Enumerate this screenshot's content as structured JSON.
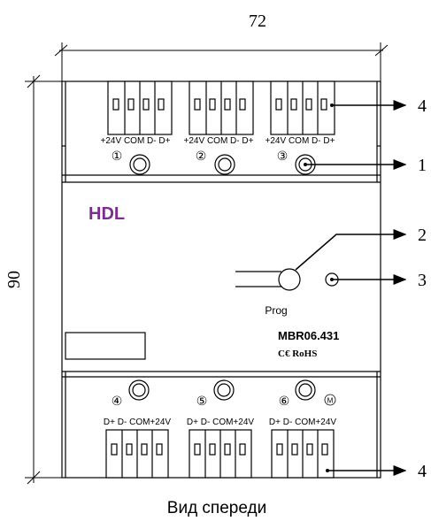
{
  "dimensions": {
    "width_label": "72",
    "height_label": "90"
  },
  "top_block": {
    "terminal_labels": [
      "+24V COM D-  D+",
      "+24V COM D-  D+",
      "+24V COM D-  D+"
    ],
    "port_numbers": [
      "①",
      "②",
      "③"
    ]
  },
  "bottom_block": {
    "terminal_labels": [
      "D+  D- COM+24V",
      "D+  D- COM+24V",
      "D+  D- COM+24V"
    ],
    "port_numbers": [
      "④",
      "⑤",
      "⑥"
    ],
    "m_mark": "M"
  },
  "front_panel": {
    "brand": "HDL",
    "prog_label": "Prog",
    "model": "MBR06.431",
    "cert": "C€  RoHS"
  },
  "callouts": [
    "4",
    "1",
    "2",
    "3",
    "4"
  ],
  "caption": "Вид спереди",
  "colors": {
    "brand": "#7a2f8f",
    "line": "#000000"
  }
}
